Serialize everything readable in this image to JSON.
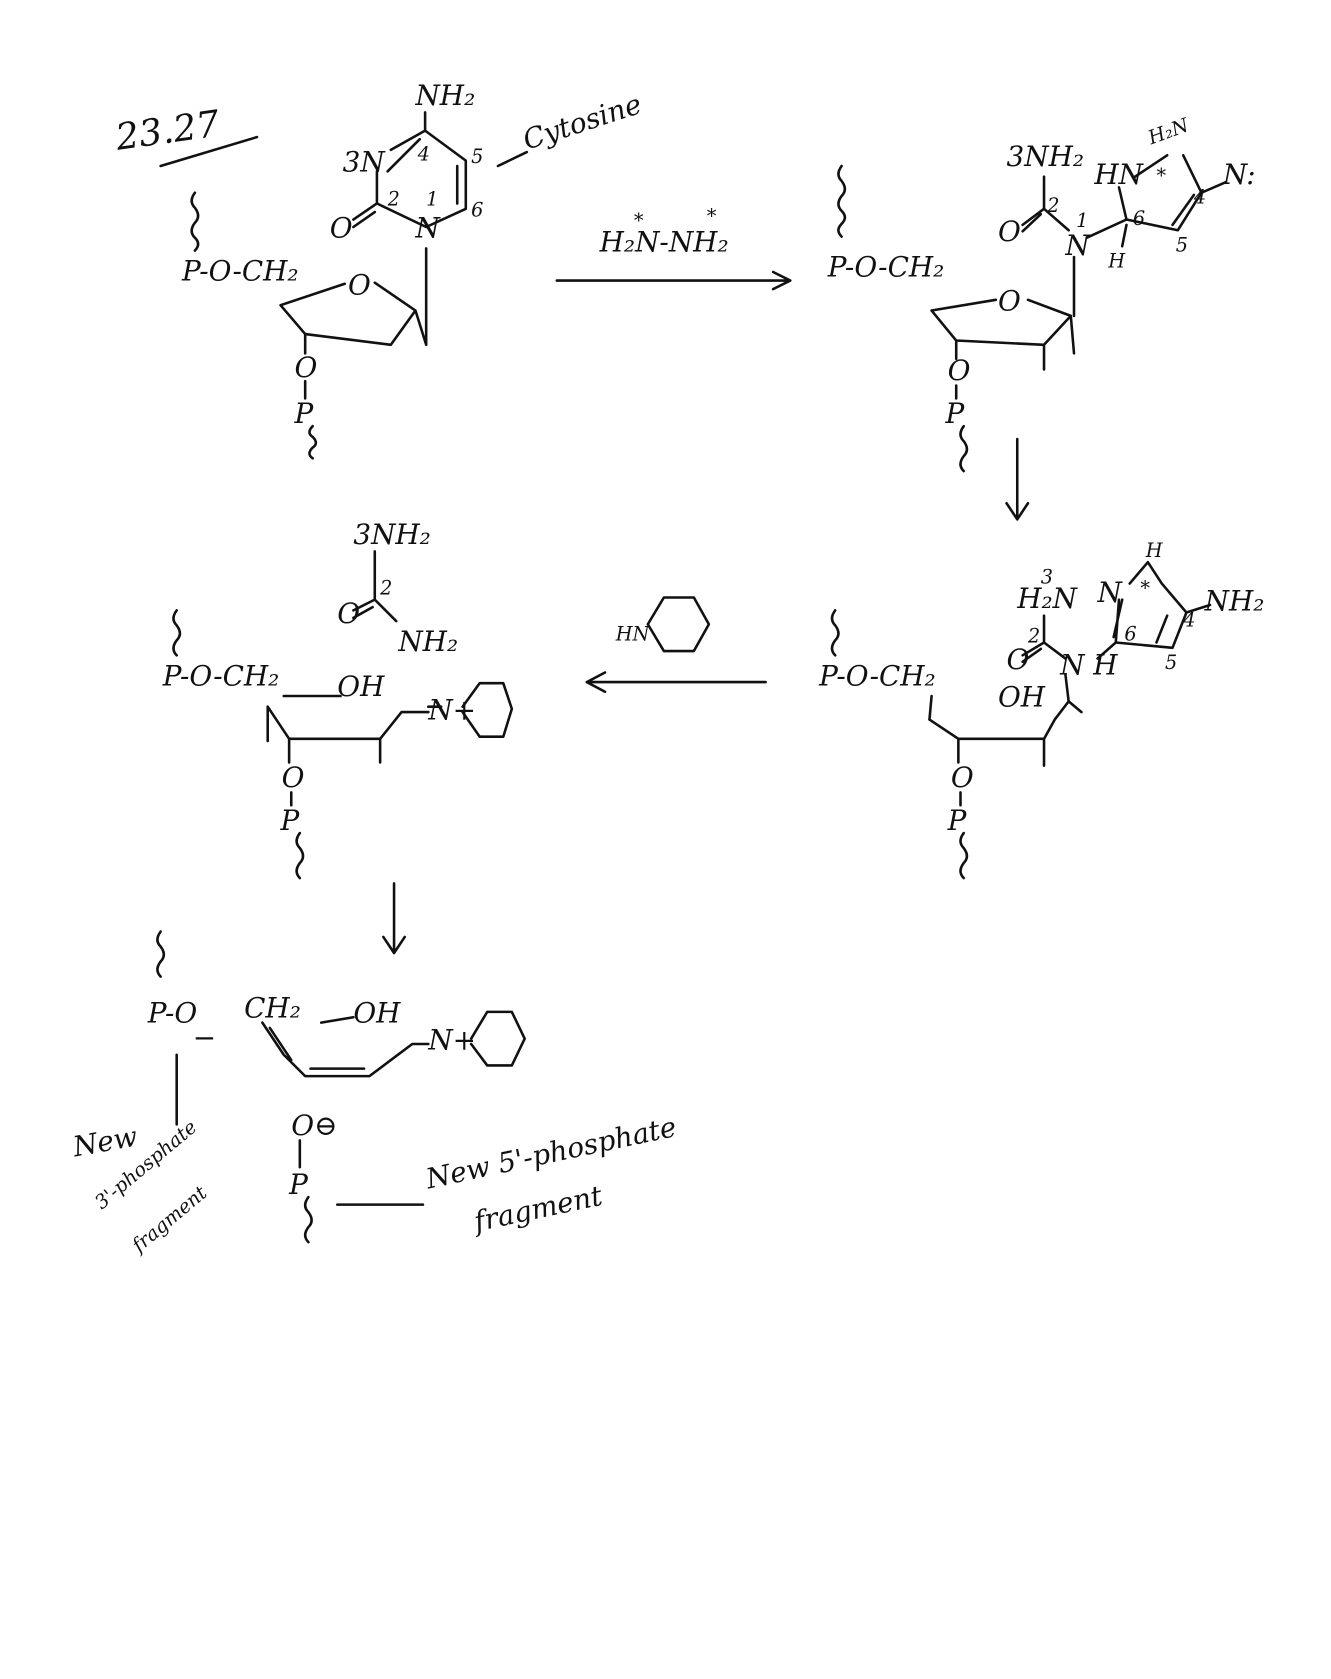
{
  "problem_number": "23.27",
  "step1": {
    "amine": "NH₂",
    "n3": "3N",
    "n1": "N",
    "c4": "4",
    "c5": "5",
    "c6": "6",
    "c2": "2",
    "n1num": "1",
    "oxo": "O",
    "base_label": "Cytosine",
    "backbone": "P-O-CH₂",
    "ring_o": "O",
    "lower_o": "O",
    "lower_p": "P"
  },
  "reagent": {
    "text": "H₂N-NH₂",
    "star1": "*",
    "star2": "*"
  },
  "step2": {
    "backbone": "P-O-CH₂",
    "ring_o": "O",
    "lower_o": "O",
    "lower_p": "P",
    "amine": "3NH₂",
    "c2": "2",
    "oxo": "O",
    "n1": "N",
    "n1num": "1",
    "hn": "HN",
    "top_n": "H₂N",
    "star": "*",
    "c6": "6",
    "h": "H",
    "c4": "4",
    "c5": "5",
    "n_right": "N:"
  },
  "step3": {
    "backbone": "P-O-CH₂",
    "oh": "OH",
    "lower_o": "O",
    "lower_p": "P",
    "h2n": "H₂N",
    "n3": "3",
    "c2": "2",
    "oxo": "O",
    "nh": "N H",
    "h_top": "H",
    "n_ring": "N",
    "star": "*",
    "c6": "6",
    "c4": "4",
    "c5": "5",
    "nh2": "NH₂"
  },
  "reagent2": {
    "text": "HN"
  },
  "step4": {
    "urea_top": "3NH₂",
    "urea_c": "2",
    "urea_o": "O",
    "urea_bottom": "NH₂",
    "backbone": "P-O-CH₂",
    "oh": "OH",
    "iminium": "N+",
    "lower_o": "O",
    "lower_p": "P"
  },
  "step5": {
    "p_o": "P-O",
    "minus": "−",
    "ch2": "CH₂",
    "oh": "OH",
    "iminium": "N+",
    "label_3prime": [
      "New",
      "3'-phosphate",
      "fragment"
    ],
    "o_minus": "O⊖",
    "lower_p": "P",
    "label_5prime": [
      "New 5'-phosphate",
      "fragment"
    ]
  }
}
